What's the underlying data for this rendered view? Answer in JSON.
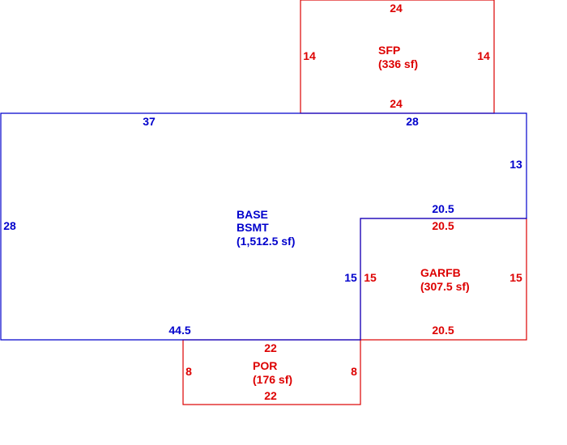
{
  "colors": {
    "base": "#0000cc",
    "addition": "#dd0000"
  },
  "base": {
    "name_line1": "BASE",
    "name_line2": "BSMT",
    "area": "(1,512.5 sf)",
    "dims": {
      "top_left": "37",
      "top_right": "28",
      "right_upper": "13",
      "left": "28",
      "notch_top": "20.5",
      "notch_side": "15",
      "bottom": "44.5"
    }
  },
  "sfp": {
    "name": "SFP",
    "area": "(336 sf)",
    "dims": {
      "top": "24",
      "left": "14",
      "right": "14",
      "bottom": "24"
    }
  },
  "garfb": {
    "name": "GARFB",
    "area": "(307.5 sf)",
    "dims": {
      "top": "20.5",
      "left": "15",
      "right": "15",
      "bottom": "20.5"
    }
  },
  "por": {
    "name": "POR",
    "area": "(176 sf)",
    "dims": {
      "top": "22",
      "left": "8",
      "right": "8",
      "bottom": "22"
    }
  }
}
